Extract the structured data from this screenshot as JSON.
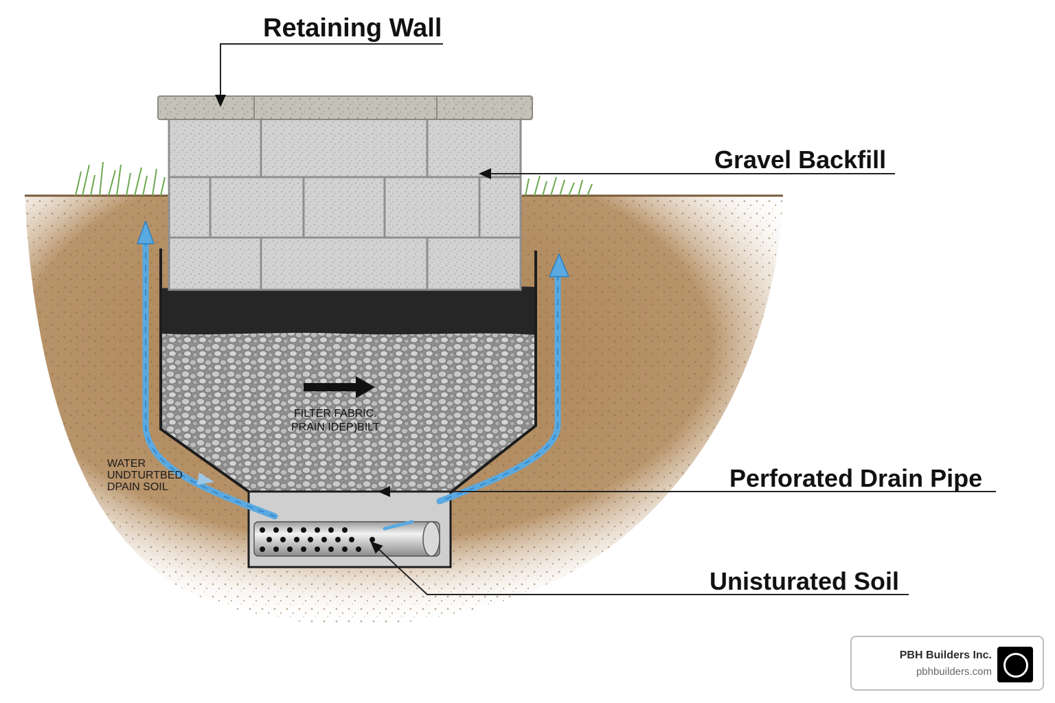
{
  "labels": {
    "retaining_wall": "Retaining Wall",
    "gravel_backfill": "Gravel Backfill",
    "perforated_drain_pipe": "Perforated Drain Pipe",
    "undisturbed_soil": "Unisturated Soil"
  },
  "notes": {
    "water_lines": [
      "WATER",
      "UNDTURTBED",
      "DPAIN SOIL"
    ],
    "fabric_lines": [
      "FILTER FABRIC.",
      "PRAIN IDEP)BILT"
    ]
  },
  "brand": {
    "name": "PBH Builders Inc.",
    "url": "pbhbuilders.com",
    "logo_icon": "circle-logo-icon"
  },
  "colors": {
    "soil": "#b08a5e",
    "gravel": "#a9a9a9",
    "filter_fabric": "#2a2a2a",
    "water": "#5aa9e0",
    "wall_block": "#d3d3d3",
    "grass": "#6aa84f"
  }
}
